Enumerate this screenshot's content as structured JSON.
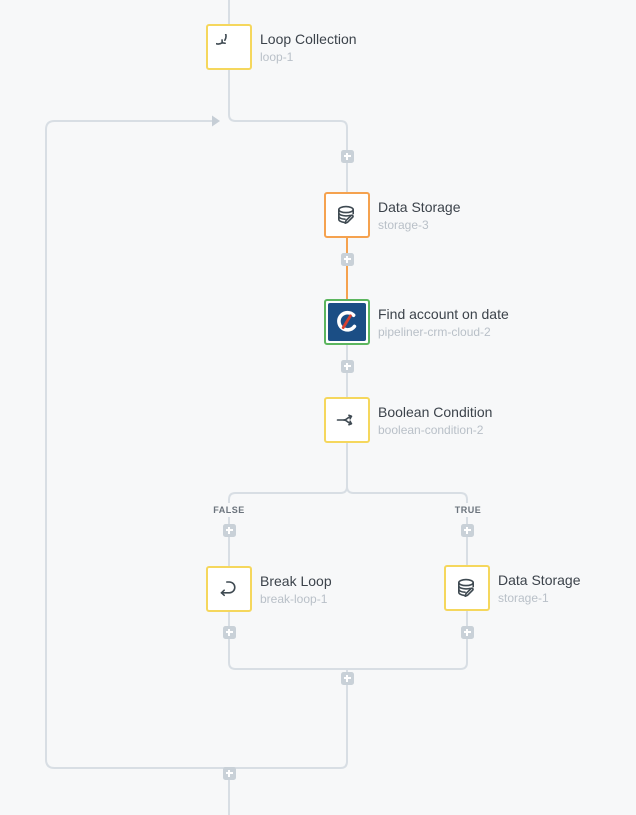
{
  "canvas": {
    "background_color": "#f7f8f9",
    "line_color": "#d8dee4",
    "active_line_color": "#f5a24f",
    "plus_button_color": "#c9d1d8"
  },
  "nodes": [
    {
      "title": "Loop Collection",
      "subtitle": "loop-1",
      "icon": "loop-icon",
      "border_color": "#f5d75d"
    },
    {
      "title": "Data Storage",
      "subtitle": "storage-3",
      "icon": "database-edit-icon",
      "border_color": "#f5a24f"
    },
    {
      "title": "Find account on date",
      "subtitle": "pipeliner-crm-cloud-2",
      "icon": "pipeliner-crm-icon",
      "border_color": "#5cb65f",
      "tile_color": "#1b4e85"
    },
    {
      "title": "Boolean Condition",
      "subtitle": "boolean-condition-2",
      "icon": "branch-icon",
      "border_color": "#f5d75d"
    },
    {
      "title": "Break Loop",
      "subtitle": "break-loop-1",
      "icon": "return-arrow-icon",
      "border_color": "#f5d75d"
    },
    {
      "title": "Data Storage",
      "subtitle": "storage-1",
      "icon": "database-edit-icon",
      "border_color": "#f5d75d"
    }
  ],
  "branch_labels": {
    "false_label": "FALSE",
    "true_label": "TRUE"
  }
}
